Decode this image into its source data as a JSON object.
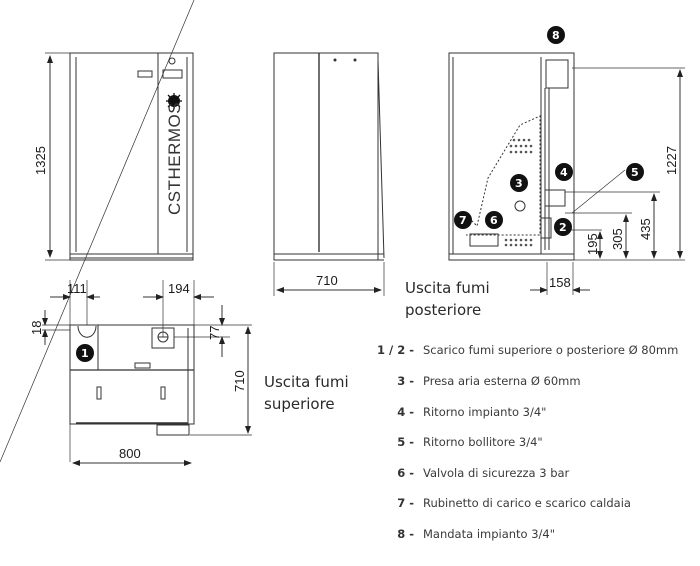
{
  "brand": "CSTHERMOS",
  "views": {
    "front": {
      "height_dim": "1325"
    },
    "side": {
      "depth_dim": "710"
    },
    "rear": {
      "dims": {
        "total_height": "1227",
        "h435": "435",
        "h305": "305",
        "h195": "195",
        "w158": "158"
      },
      "caption_line1": "Uscita fumi",
      "caption_line2": "posteriore"
    },
    "top": {
      "dims": {
        "d111": "111",
        "d194": "194",
        "d18": "18",
        "d77": "77",
        "depth": "710",
        "width": "800"
      },
      "caption_line1": "Uscita fumi",
      "caption_line2": "superiore"
    }
  },
  "badges": [
    "1",
    "2",
    "3",
    "4",
    "5",
    "6",
    "7",
    "8"
  ],
  "legend": [
    {
      "num": "1 / 2 -",
      "text": "Scarico fumi superiore o posteriore Ø 80mm"
    },
    {
      "num": "3 -",
      "text": "Presa aria esterna Ø 60mm"
    },
    {
      "num": "4 -",
      "text": "Ritorno impianto 3/4\""
    },
    {
      "num": "5 -",
      "text": "Ritorno bollitore 3/4\""
    },
    {
      "num": "6 -",
      "text": "Valvola di sicurezza 3 bar"
    },
    {
      "num": "7 -",
      "text": "Rubinetto di carico e scarico caldaia"
    },
    {
      "num": "8 -",
      "text": "Mandata impianto 3/4\""
    }
  ]
}
